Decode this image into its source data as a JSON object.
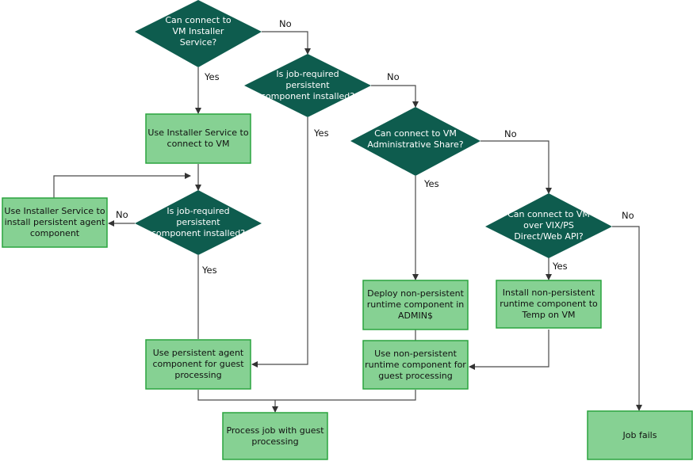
{
  "decisions": {
    "d1": "Can connect to VM Installer Service?",
    "d2": "Is job-required persistent component installed?",
    "d3": "Is job-required persistent component installed?",
    "d4": "Can connect to VM Administrative Share?",
    "d5": "Can connect to VM over VIX/PS Direct/Web API?"
  },
  "boxes": {
    "use_installer_connect": "Use Installer Service to connect to VM",
    "use_installer_install": "Use Installer Service to install persistent agent component",
    "use_persistent": "Use persistent agent component for guest processing",
    "deploy_admin": "Deploy non-persistent runtime component in ADMIN$",
    "use_nonpersistent": "Use non-persistent runtime component for guest processing",
    "install_temp": "Install non-persistent runtime component to Temp on VM",
    "process_job": "Process job with guest processing",
    "job_fails": "Job fails"
  },
  "labels": {
    "d1_no": "No",
    "d1_yes": "Yes",
    "d2_no": "No",
    "d2_yes": "Yes",
    "d3_no": "No",
    "d3_yes": "Yes",
    "d4_no": "No",
    "d4_yes": "Yes",
    "d5_no": "No",
    "d5_yes": "Yes"
  }
}
